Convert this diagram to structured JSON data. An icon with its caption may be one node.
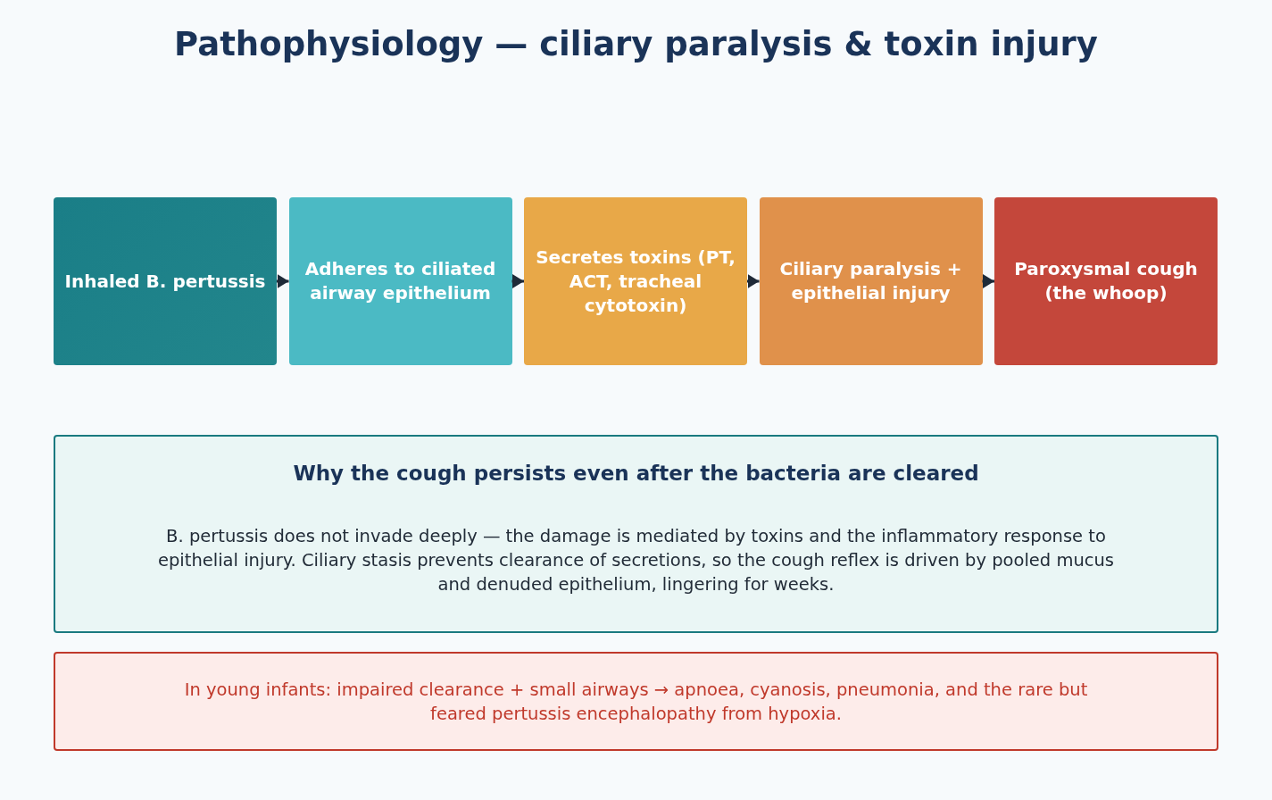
{
  "diagram": {
    "title": "Pathophysiology — ciliary paralysis & toxin injury",
    "nodes": [
      {
        "text": [
          "Inhaled B. pertussis"
        ]
      },
      {
        "text": [
          "Adheres to ciliated airway epithelium"
        ]
      },
      {
        "text": [
          "Secretes toxins (PT, ACT, tracheal cytotoxin)"
        ]
      },
      {
        "text": [
          "Ciliary paralysis + epithelial injury"
        ]
      },
      {
        "text": [
          "Paroxysmal cough (the whoop)"
        ]
      },
      {
        "text": [
          "Why the cough persists even after the bacteria are cleared",
          "B. pertussis does not invade deeply — the damage is mediated by toxins and the inflammatory response to epithelial injury. Ciliary stasis prevents clearance of secretions, so the cough reflex is driven by pooled mucus and denuded epithelium, lingering for weeks."
        ]
      },
      {
        "text": [
          "In young infants: impaired clearance + small airways → apnoea, cyanosis, pneumonia, and the rare but feared pertussis encephalopathy from hypoxia."
        ]
      }
    ],
    "edges": [
      {
        "from": 0,
        "to": 1,
        "arrow": "to"
      },
      {
        "from": 1,
        "to": 2,
        "arrow": "to"
      },
      {
        "from": 2,
        "to": 3,
        "arrow": "to"
      },
      {
        "from": 3,
        "to": 4,
        "arrow": "to"
      }
    ]
  }
}
